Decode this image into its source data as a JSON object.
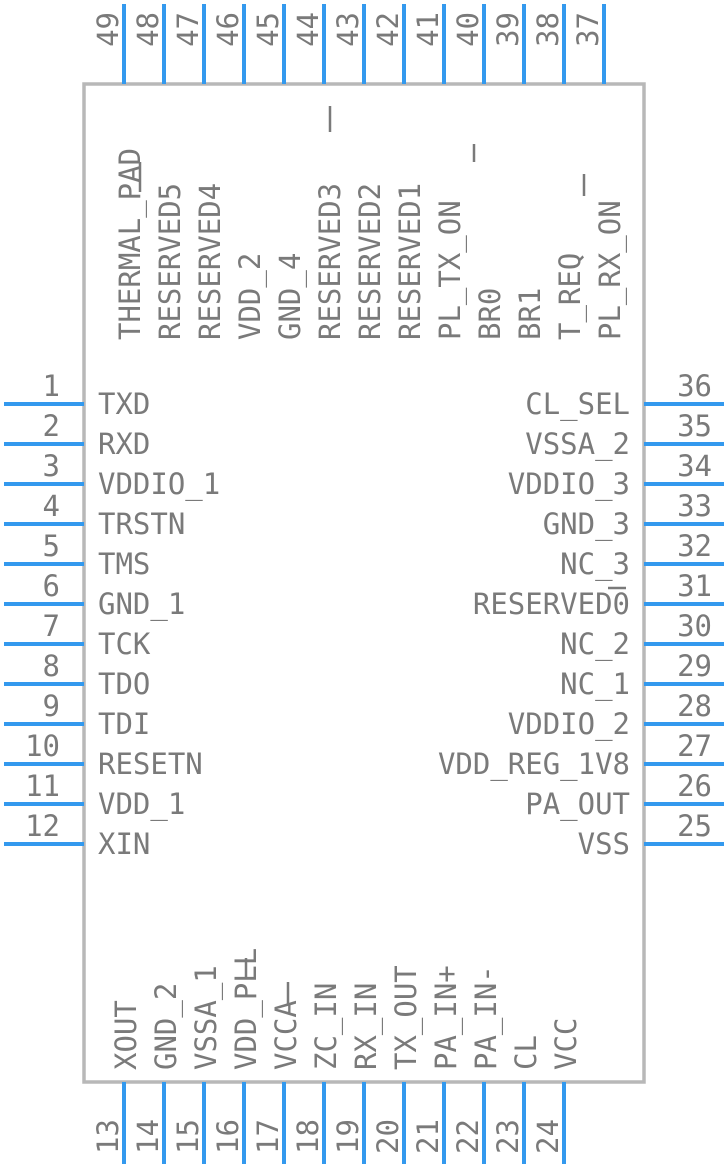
{
  "pins": {
    "left": [
      {
        "num": "1",
        "name": "TXD"
      },
      {
        "num": "2",
        "name": "RXD"
      },
      {
        "num": "3",
        "name": "VDDIO_1"
      },
      {
        "num": "4",
        "name": "TRSTN"
      },
      {
        "num": "5",
        "name": "TMS"
      },
      {
        "num": "6",
        "name": "GND_1"
      },
      {
        "num": "7",
        "name": "TCK"
      },
      {
        "num": "8",
        "name": "TDO"
      },
      {
        "num": "9",
        "name": "TDI"
      },
      {
        "num": "10",
        "name": "RESETN"
      },
      {
        "num": "11",
        "name": "VDD_1"
      },
      {
        "num": "12",
        "name": "XIN"
      }
    ],
    "bottom": [
      {
        "num": "13",
        "name": "XOUT"
      },
      {
        "num": "14",
        "name": "GND_2"
      },
      {
        "num": "15",
        "name": "VSSA_1"
      },
      {
        "num": "16",
        "name": "VDD_PLL"
      },
      {
        "num": "17",
        "name": "VCCA"
      },
      {
        "num": "18",
        "name": "ZC_IN"
      },
      {
        "num": "19",
        "name": "RX_IN"
      },
      {
        "num": "20",
        "name": "TX_OUT"
      },
      {
        "num": "21",
        "name": "PA_IN+"
      },
      {
        "num": "22",
        "name": "PA_IN-"
      },
      {
        "num": "23",
        "name": "CL"
      },
      {
        "num": "24",
        "name": "VCC"
      }
    ],
    "right": [
      {
        "num": "25",
        "name": "VSS"
      },
      {
        "num": "26",
        "name": "PA_OUT"
      },
      {
        "num": "27",
        "name": "VDD_REG_1V8"
      },
      {
        "num": "28",
        "name": "VDDIO_2"
      },
      {
        "num": "29",
        "name": "NC_1"
      },
      {
        "num": "30",
        "name": "NC_2"
      },
      {
        "num": "31",
        "name": "RESERVED0"
      },
      {
        "num": "32",
        "name": "NC_3"
      },
      {
        "num": "33",
        "name": "GND_3"
      },
      {
        "num": "34",
        "name": "VDDIO_3"
      },
      {
        "num": "35",
        "name": "VSSA_2"
      },
      {
        "num": "36",
        "name": "CL_SEL"
      }
    ],
    "top": [
      {
        "num": "37",
        "name": "PL_RX_ON"
      },
      {
        "num": "38",
        "name": "T_REQ"
      },
      {
        "num": "39",
        "name": "BR1"
      },
      {
        "num": "40",
        "name": "BR0"
      },
      {
        "num": "41",
        "name": "PL_TX_ON"
      },
      {
        "num": "42",
        "name": "RESERVED1"
      },
      {
        "num": "43",
        "name": "RESERVED2"
      },
      {
        "num": "44",
        "name": "RESERVED3"
      },
      {
        "num": "45",
        "name": "GND_4"
      },
      {
        "num": "46",
        "name": "VDD_2"
      },
      {
        "num": "47",
        "name": "RESERVED4"
      },
      {
        "num": "48",
        "name": "RESERVED5"
      },
      {
        "num": "49",
        "name": "THERMAL_PAD"
      }
    ]
  },
  "colors": {
    "pin": "#3399ee",
    "body_outline": "#b8b8b8",
    "text": "#7a7a7a"
  }
}
